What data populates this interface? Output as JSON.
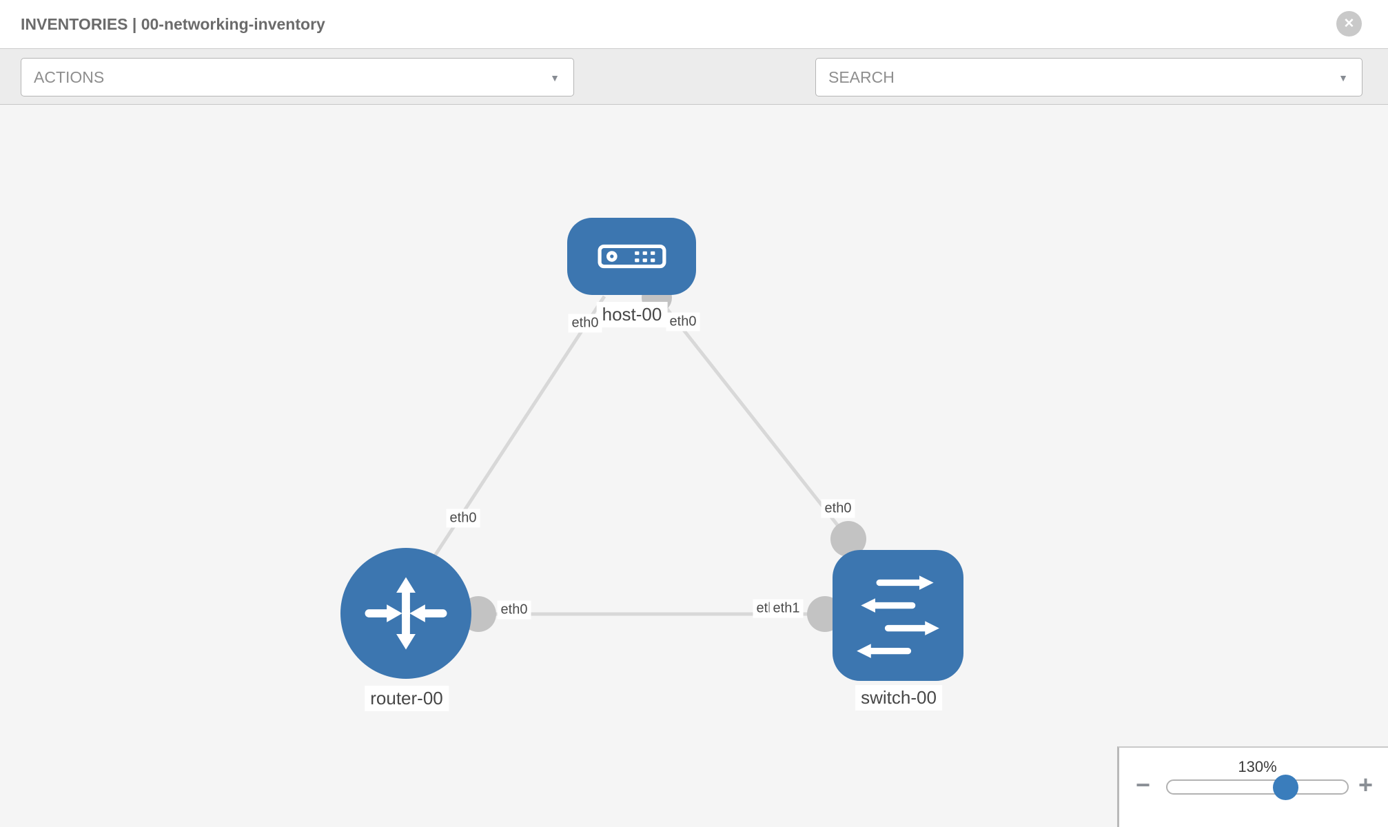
{
  "header": {
    "title": "INVENTORIES | 00-networking-inventory"
  },
  "toolbar": {
    "actions_label": "ACTIONS",
    "search_label": "SEARCH"
  },
  "icons": {
    "close": "✕",
    "caret": "▼",
    "minus": "−",
    "plus": "+",
    "wrench": "wrench-icon",
    "key": "key-icon"
  },
  "colors": {
    "node_blue": "#3c76b0",
    "link_gray": "#d8d8d8",
    "connector_gray": "#c3c3c3",
    "knob_blue": "#3a7dbc",
    "canvas_bg": "#f5f5f5"
  },
  "topology": {
    "nodes": [
      {
        "label": "host-00",
        "type": "host"
      },
      {
        "label": "router-00",
        "type": "router"
      },
      {
        "label": "switch-00",
        "type": "switch"
      }
    ],
    "links": [
      {
        "from": "host-00",
        "to": "router-00"
      },
      {
        "from": "host-00",
        "to": "switch-00"
      },
      {
        "from": "router-00",
        "to": "switch-00"
      }
    ],
    "interfaces": {
      "host_left": "eth0",
      "host_right": "eth0",
      "router_top": "eth0",
      "router_right": "eth0",
      "switch_top": "eth0",
      "switch_left_back": "eth0",
      "switch_left_front": "eth1"
    }
  },
  "zoom_control": {
    "percent": "130%"
  }
}
